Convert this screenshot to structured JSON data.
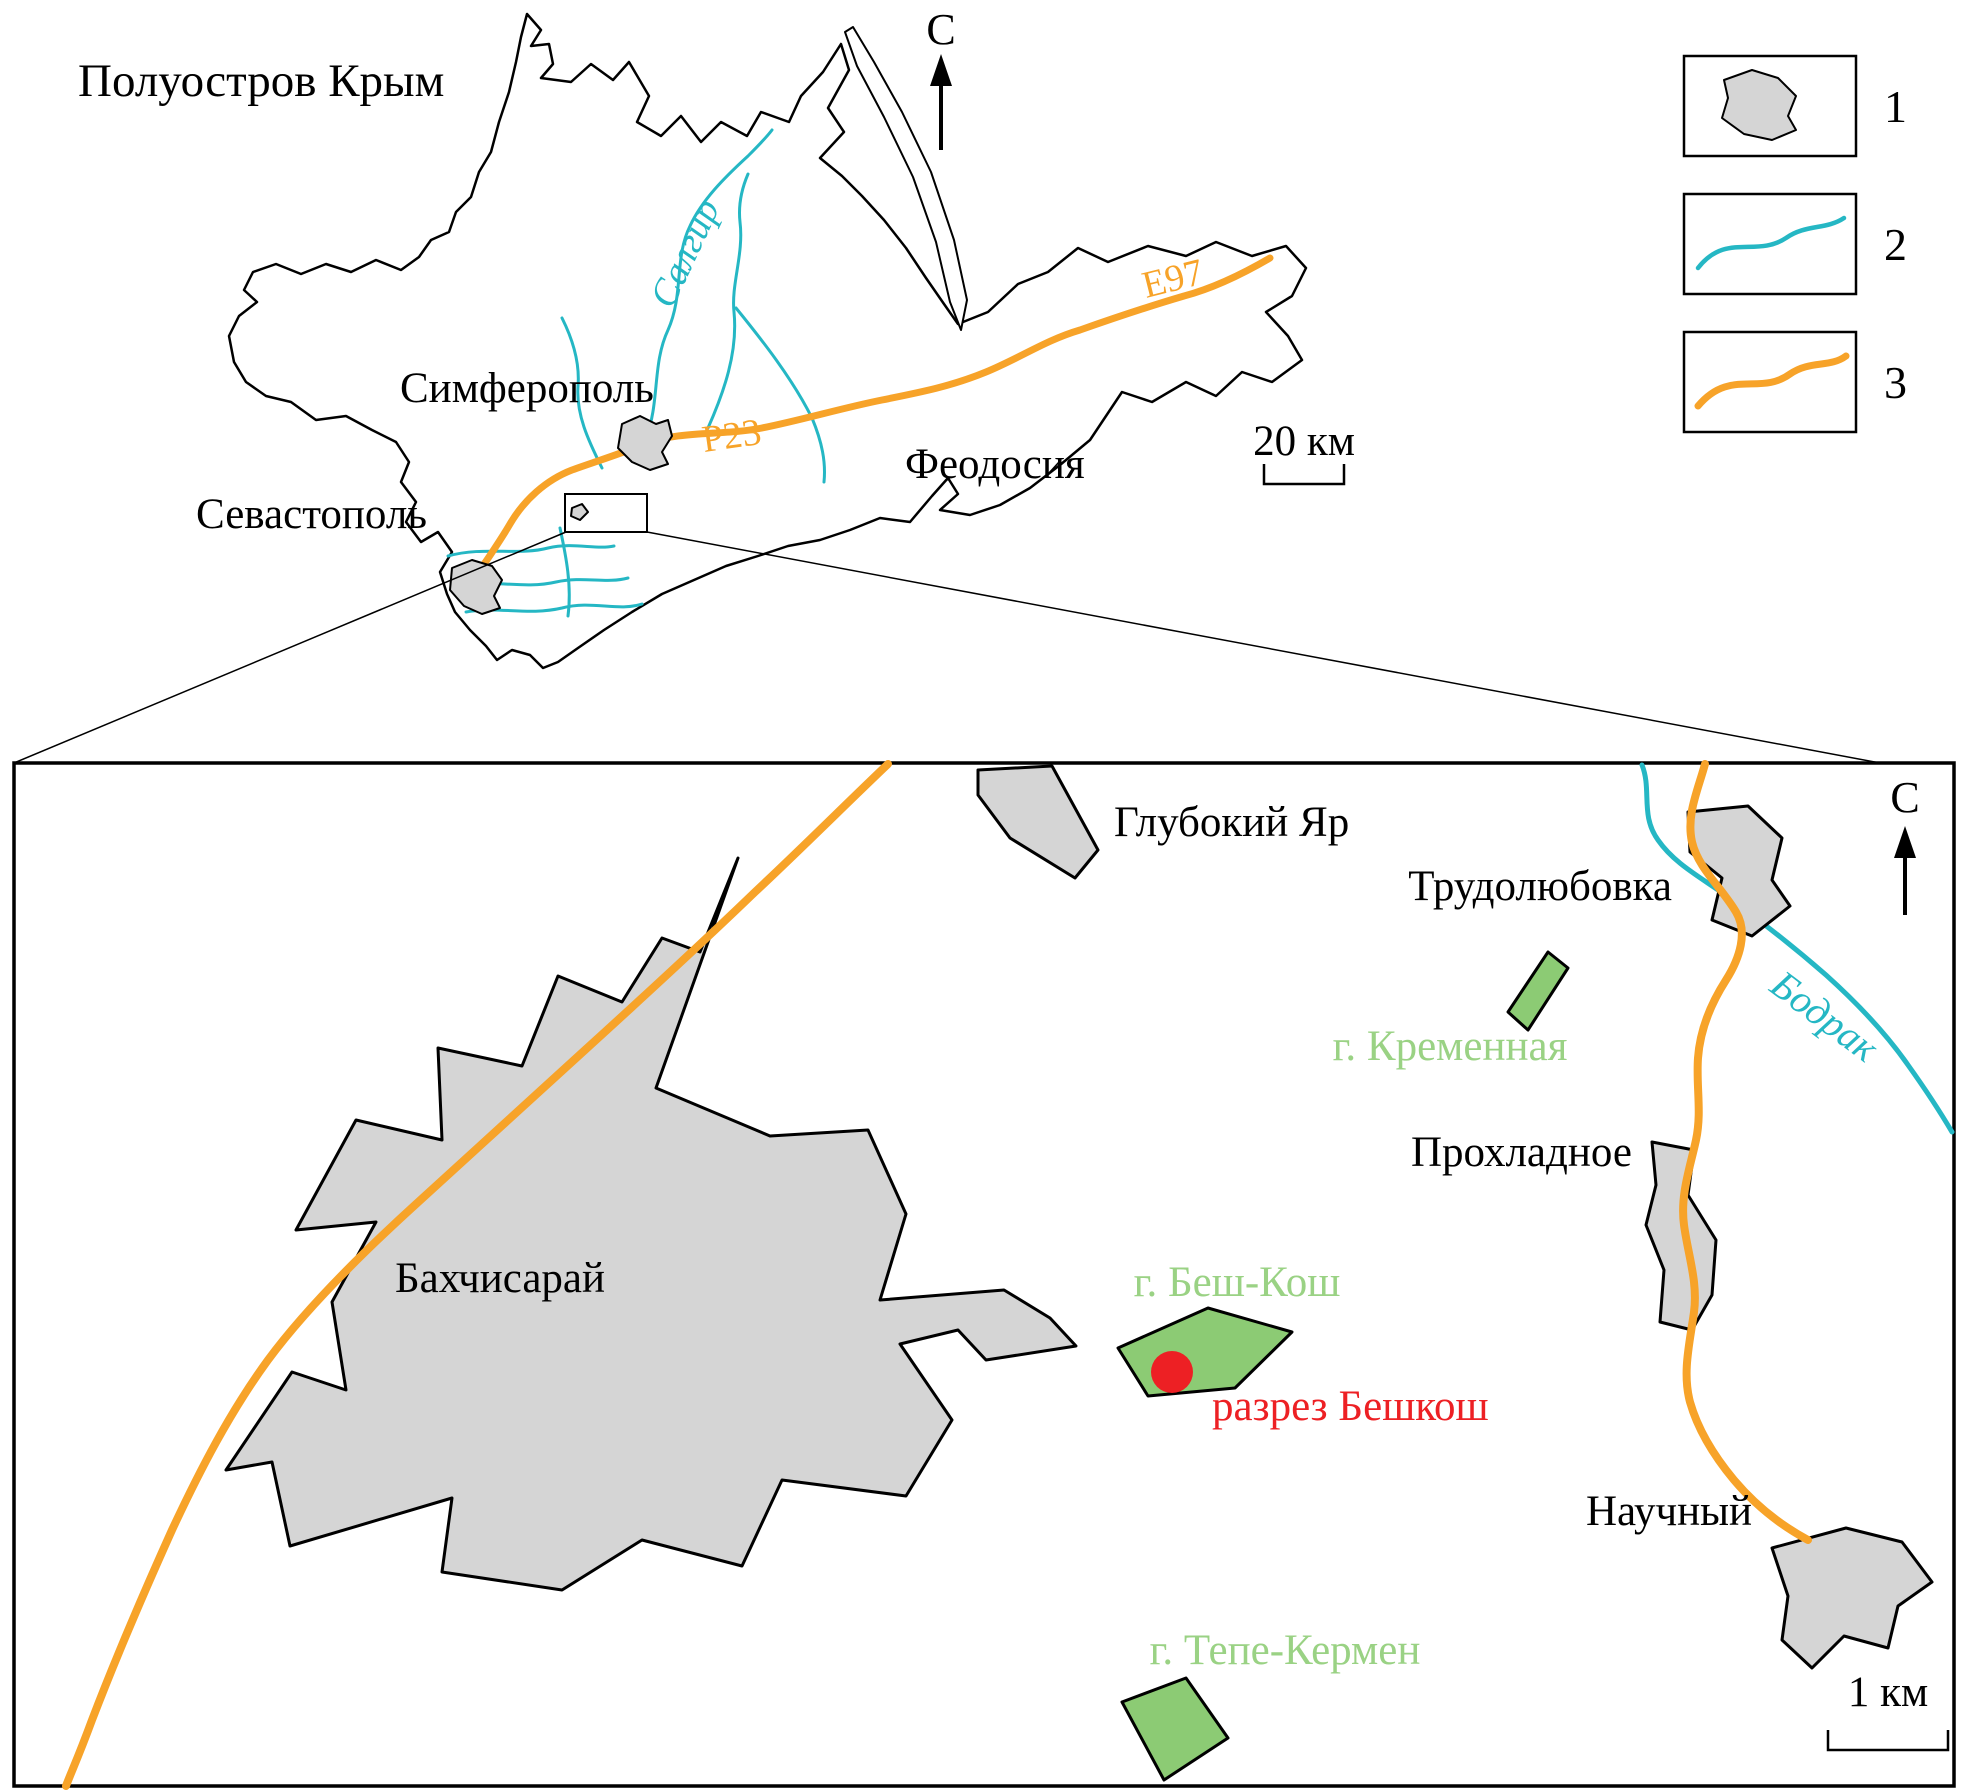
{
  "colors": {
    "outline": "#000000",
    "city-fill": "#d5d5d5",
    "river": "#25b7c4",
    "road": "#f7a329",
    "green-fill": "#8ccb74",
    "green-text": "#9ad284",
    "red": "#ed2024",
    "text": "#000000"
  },
  "overview": {
    "title": "Полуостров Крым",
    "north_label": "С",
    "scale_label": "20 км",
    "river_label": "Салгир",
    "road_label_e97": "Е97",
    "road_label_p23": "Р23",
    "city_simferopol": "Симферополь",
    "city_sevastopol": "Севастополь",
    "city_feodosia": "Феодосия"
  },
  "legend": {
    "items": [
      {
        "number": "1",
        "symbol": "settlement-area"
      },
      {
        "number": "2",
        "symbol": "river"
      },
      {
        "number": "3",
        "symbol": "road"
      }
    ]
  },
  "inset": {
    "north_label": "С",
    "scale_label": "1 км",
    "settlement_glubokiy_yar": "Глубокий Яр",
    "settlement_trudolyubovka": "Трудолюбовка",
    "settlement_prokhladnoe": "Прохладное",
    "settlement_bakhchisaray": "Бахчисарай",
    "settlement_nauchny": "Научный",
    "river_bodrak": "Бодрак",
    "mount_kremennaya": "г. Кременная",
    "mount_besh_kosh": "г. Беш-Кош",
    "mount_tepe_kermen": "г. Тепе-Кермен",
    "section_beshkosh": "разрез Бешкош"
  }
}
